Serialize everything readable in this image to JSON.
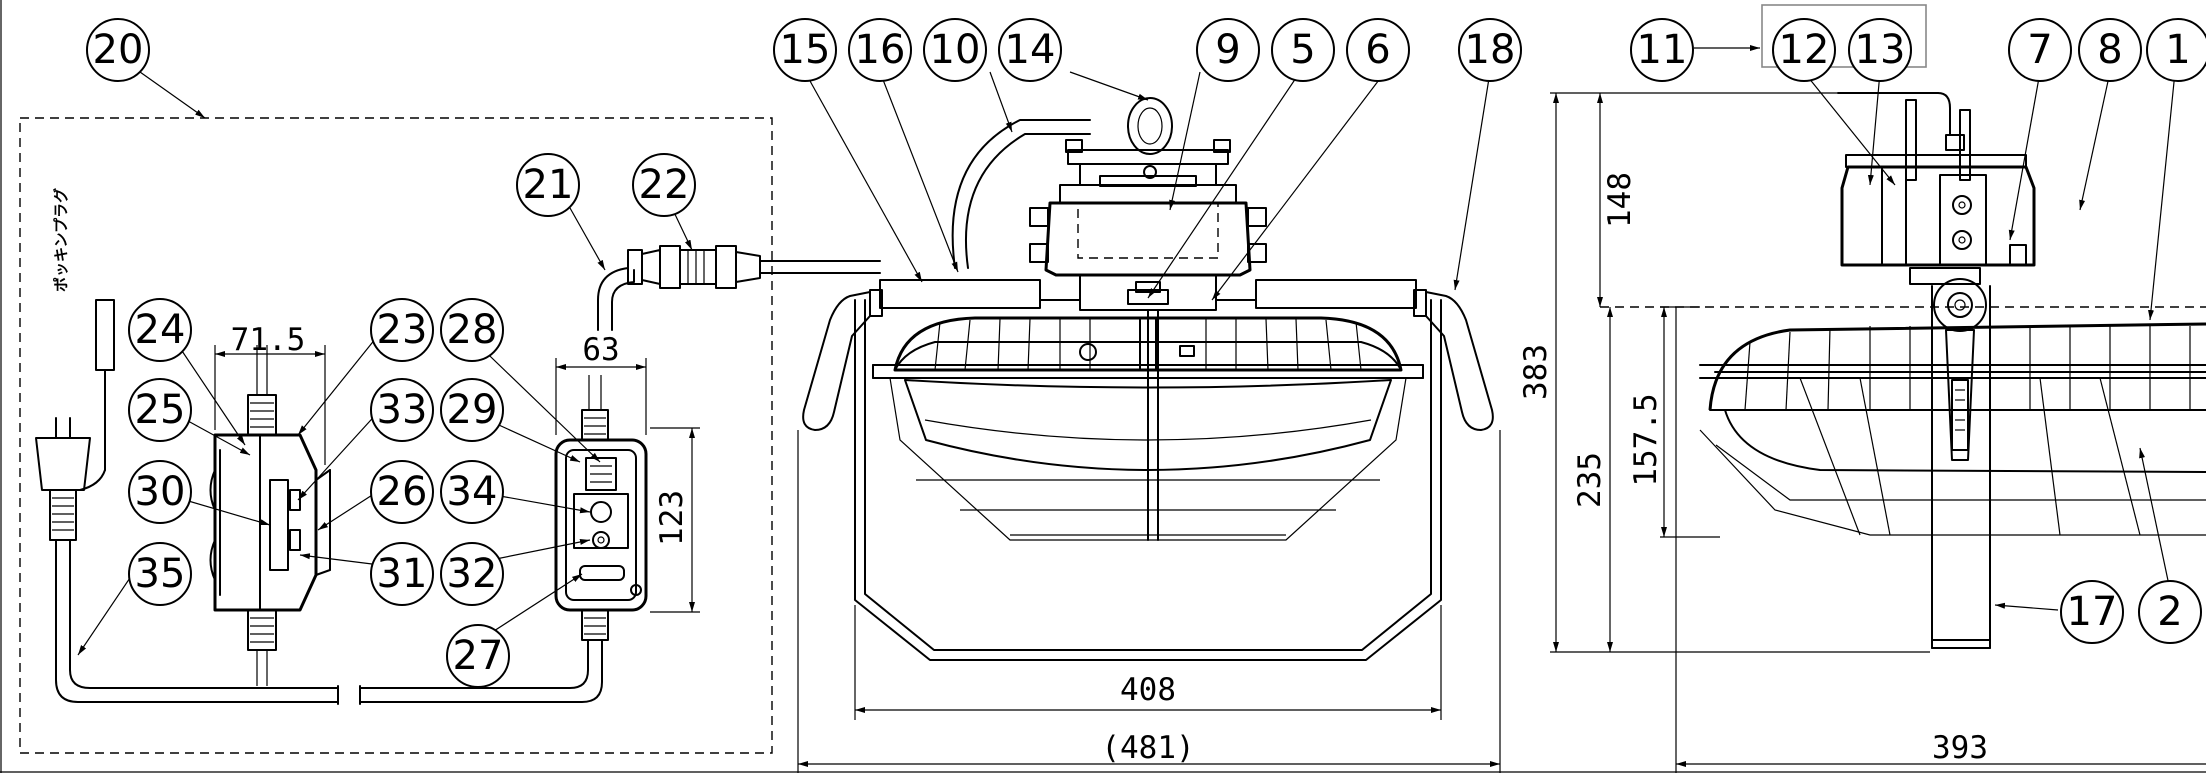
{
  "balloons": [
    "20",
    "21",
    "22",
    "24",
    "25",
    "30",
    "35",
    "23",
    "28",
    "33",
    "26",
    "29",
    "34",
    "31",
    "32",
    "27",
    "15",
    "16",
    "10",
    "14",
    "9",
    "5",
    "6",
    "18",
    "11",
    "12",
    "13",
    "7",
    "8",
    "1",
    "17",
    "2"
  ],
  "dimensions": {
    "box_width_1": "71.5",
    "box_width_2": "63",
    "box_height": "123",
    "front_inner_width": "408",
    "front_total_width": "(481)",
    "side_total_height": "383",
    "side_top_height": "148",
    "side_bottom_height": "235",
    "side_cage_height": "157.5",
    "side_width": "393"
  },
  "plug_label": "ポッキンプラグ"
}
